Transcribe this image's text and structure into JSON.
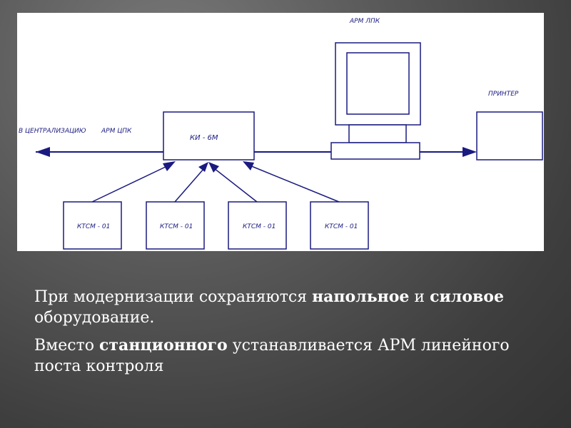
{
  "diagram": {
    "labels": {
      "centralization": "В ЦЕНТРАЛИЗАЦИЮ",
      "arm_dpk": "АРМ ЦПК",
      "ki": "КИ - 6М",
      "arm_lpk": "АРМ ЛПК",
      "printer": "ПРИНТЕР",
      "ktsm": [
        "КТСМ - 01",
        "КТСМ - 01",
        "КТСМ - 01",
        "КТСМ - 01"
      ]
    },
    "colors": {
      "stroke": "#1a1a80",
      "panel": "#ffffff"
    }
  },
  "bullets": [
    {
      "parts": [
        {
          "text": "При модернизации сохраняются ",
          "bold": false
        },
        {
          "text": "напольное",
          "bold": true
        },
        {
          "text": " и ",
          "bold": false
        },
        {
          "text": "силовое",
          "bold": true
        },
        {
          "text": " оборудование.",
          "bold": false
        }
      ]
    },
    {
      "parts": [
        {
          "text": "Вместо ",
          "bold": false
        },
        {
          "text": "станционного",
          "bold": true
        },
        {
          "text": " устанавливается АРМ линейного поста контроля",
          "bold": false
        }
      ]
    }
  ]
}
